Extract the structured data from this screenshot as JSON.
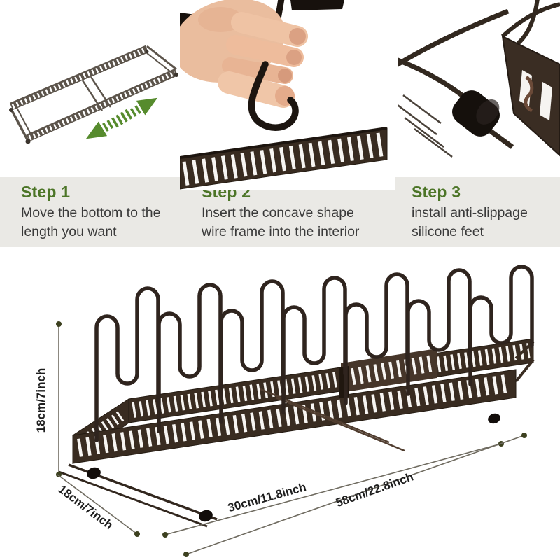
{
  "steps": [
    {
      "title": "Step 1",
      "lines": [
        "Move the bottom to the",
        "length you want"
      ]
    },
    {
      "title": "Step 2",
      "lines": [
        "Insert the concave shape",
        "wire frame into the interior"
      ]
    },
    {
      "title": "Step 3",
      "lines": [
        "install anti-slippage",
        "silicone feet"
      ]
    }
  ],
  "dimensions": {
    "height": "18cm/7inch",
    "depth": "18cm/7inch",
    "inner_width": "30cm/11.8inch",
    "full_width": "58cm/22.8inch"
  },
  "colors": {
    "step_heading_green": "#4c7527",
    "body_text": "#3a3a3a",
    "band_gray": "#eae9e5",
    "rack_brown": "#32271e",
    "arrow_green": "#568b2d",
    "dimension_line": "#6f6b60",
    "dimension_dot": "#3c401f"
  },
  "icons": {
    "panel1": [
      "expand-arrow-up-right-icon",
      "expand-arrow-down-left-icon"
    ],
    "panel3": [
      "slide-motion-lines-icon"
    ]
  }
}
